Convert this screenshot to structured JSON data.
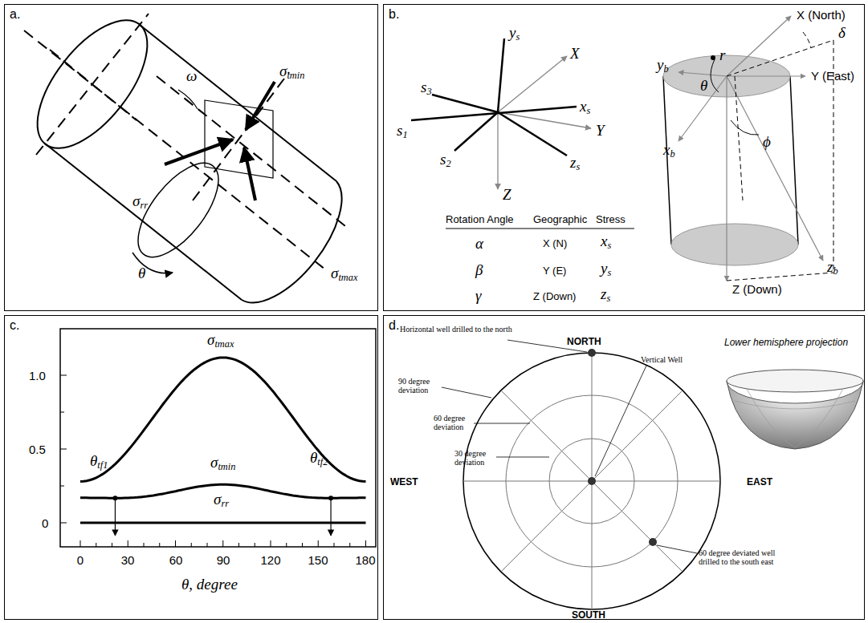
{
  "diagram": {
    "nodes": [
      {
        "text": [
          "a."
        ]
      },
      {
        "text": [
          "b."
        ]
      },
      {
        "text": [
          "c."
        ]
      },
      {
        "text": [
          "d."
        ]
      }
    ],
    "labels": [
      "ω",
      "σtmin",
      "σrr",
      "θ",
      "σtmax",
      "ys",
      "X",
      "s3",
      "xs",
      "s1",
      "Y",
      "s2",
      "zs",
      "Z",
      "Rotation Angle",
      "Geographic",
      "Stress",
      "α",
      "X (N)",
      "xs",
      "β",
      "Y (E)",
      "ys",
      "γ",
      "Z (Down)",
      "zs",
      "X (North)",
      "δ",
      "yb",
      "r",
      "Y (East)",
      "θ",
      "xb",
      "ϕ",
      "Z (Down)",
      "zb",
      "1.0",
      "0.5",
      "0",
      "σtmax",
      "σtmin",
      "σrr",
      "θtf1",
      "θtf2",
      "0",
      "30",
      "60",
      "90",
      "120",
      "150",
      "180",
      "θ, degree",
      "NORTH",
      "Horizontal well drilled to the north",
      "Vertical Well",
      "Lower hemisphere projection",
      "90 degree deviation",
      "60 degree deviation",
      "30 degree deviation",
      "WEST",
      "EAST",
      "60 degree deviated well drilled to the south east",
      "SOUTH"
    ]
  }
}
